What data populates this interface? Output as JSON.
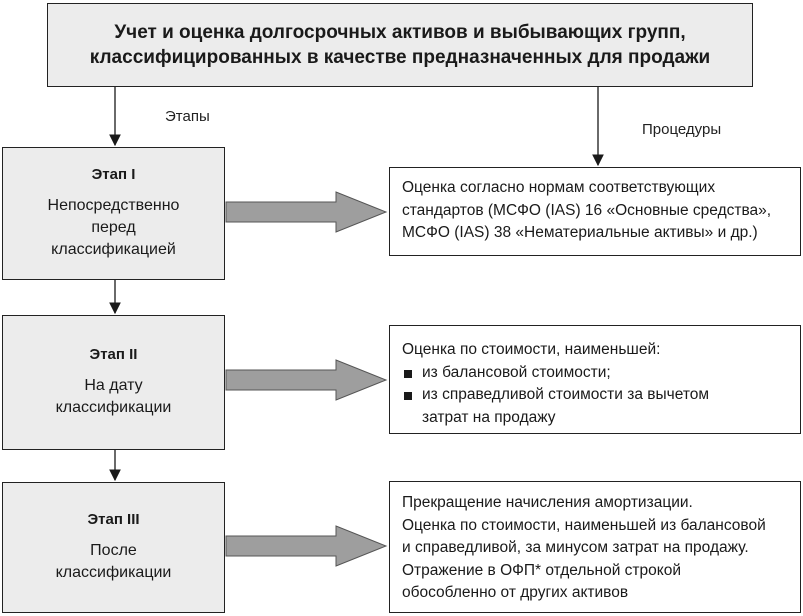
{
  "title": {
    "line1": "Учет и оценка долгосрочных активов и выбывающих групп,",
    "line2": "классифицированных в качестве предназначенных для продажи"
  },
  "labels": {
    "stages": "Этапы",
    "procedures": "Процедуры"
  },
  "stages": [
    {
      "title": "Этап I",
      "lines": [
        "Непосредственно",
        "перед",
        "классификацией"
      ]
    },
    {
      "title": "Этап II",
      "lines": [
        "На дату",
        "классификации"
      ]
    },
    {
      "title": "Этап III",
      "lines": [
        "После",
        "классификации"
      ]
    }
  ],
  "procedures": [
    {
      "lines": [
        "Оценка согласно нормам соответствующих",
        "стандартов (МСФО (IAS) 16 «Основные средства»,",
        "МСФО (IAS) 38 «Нематериальные активы» и др.)"
      ]
    },
    {
      "intro": "Оценка по стоимости, наименьшей:",
      "bullet1": "из балансовой стоимости;",
      "bullet2": "из справедливой стоимости за вычетом",
      "bullet2_cont": "затрат на продажу"
    },
    {
      "lines": [
        "Прекращение начисления амортизации.",
        "Оценка по стоимости, наименьшей из балансовой",
        "и справедливой, за минусом затрат на продажу.",
        "Отражение в ОФП* отдельной строкой",
        "обособленно от других активов"
      ]
    }
  ],
  "colors": {
    "box_fill_grey": "#ececec",
    "border": "#222222",
    "arrow_fill": "#9e9e9e"
  }
}
